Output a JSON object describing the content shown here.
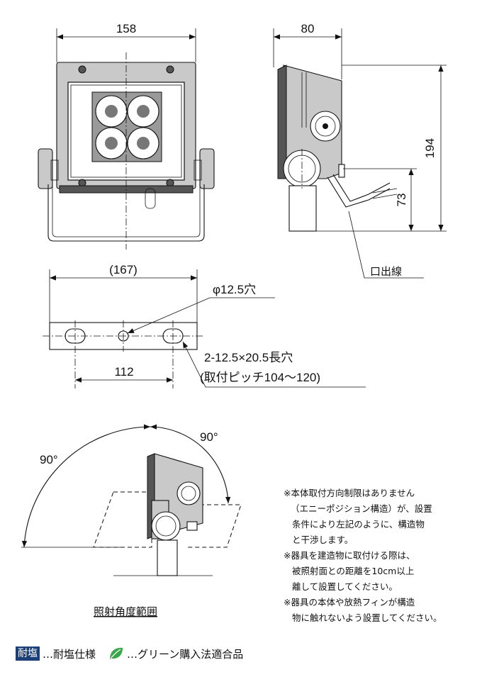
{
  "dimensions": {
    "front_width": "158",
    "side_depth": "80",
    "height": "194",
    "cable_height": "73",
    "bracket_span": "(167)",
    "hole_pitch": "112"
  },
  "labels": {
    "cable_outlet": "口出線",
    "center_hole": "φ12.5穴",
    "slot_spec": "2-12.5×20.5長穴",
    "slot_pitch": "(取付ピッチ104～120)",
    "angle_left": "90°",
    "angle_right": "90°",
    "angle_caption": "照射角度範囲"
  },
  "notes": [
    "※本体取付方向制限はありません",
    "（エニーポジション構造）が、設置",
    "条件により左記のように、構造物",
    "と干渉します。",
    "※器具を建造物に取付ける際は、",
    "被照射面との距離を10cm以上",
    "離して設置してください。",
    "※器具の本体や放熱フィンが構造",
    "物に触れないよう設置してください。"
  ],
  "legend": {
    "salt_badge": "耐塩",
    "salt_text": "…耐塩仕様",
    "green_icon": "leaf-icon",
    "green_text": "…グリーン購入法適合品"
  },
  "colors": {
    "badge_bg": "#1c3f7a",
    "leaf": "#3aa64a"
  }
}
